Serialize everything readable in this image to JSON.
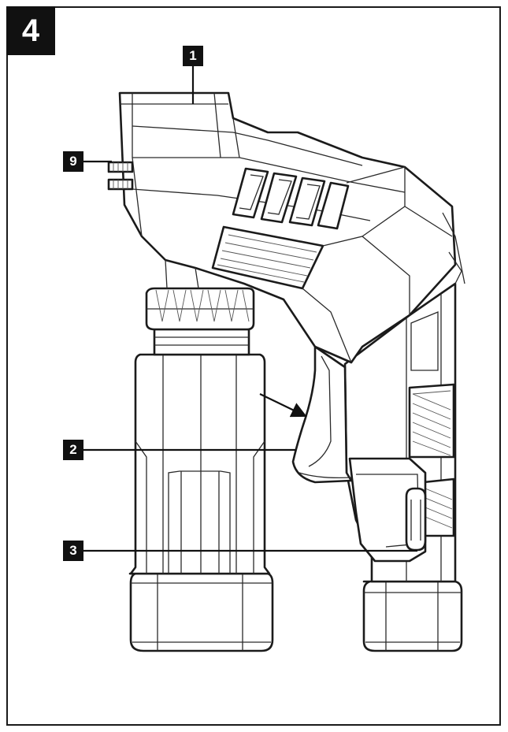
{
  "figure": {
    "number": "4"
  },
  "callouts": [
    {
      "id": "callout-1",
      "label": "1"
    },
    {
      "id": "callout-9",
      "label": "9"
    },
    {
      "id": "callout-2",
      "label": "2"
    },
    {
      "id": "callout-3",
      "label": "3"
    }
  ]
}
